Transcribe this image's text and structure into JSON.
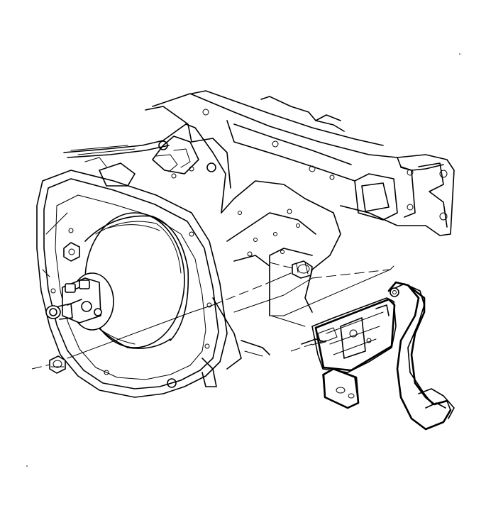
{
  "diagram": {
    "kind": "exploded-view line drawing",
    "components": [
      "vehicle-frame",
      "dash-panel",
      "brake-booster",
      "master-cylinder",
      "booster-nut",
      "pedal-bracket-bolt",
      "brake-pedal-assembly"
    ],
    "line_color": "#000000",
    "background_color": "#ffffff"
  }
}
